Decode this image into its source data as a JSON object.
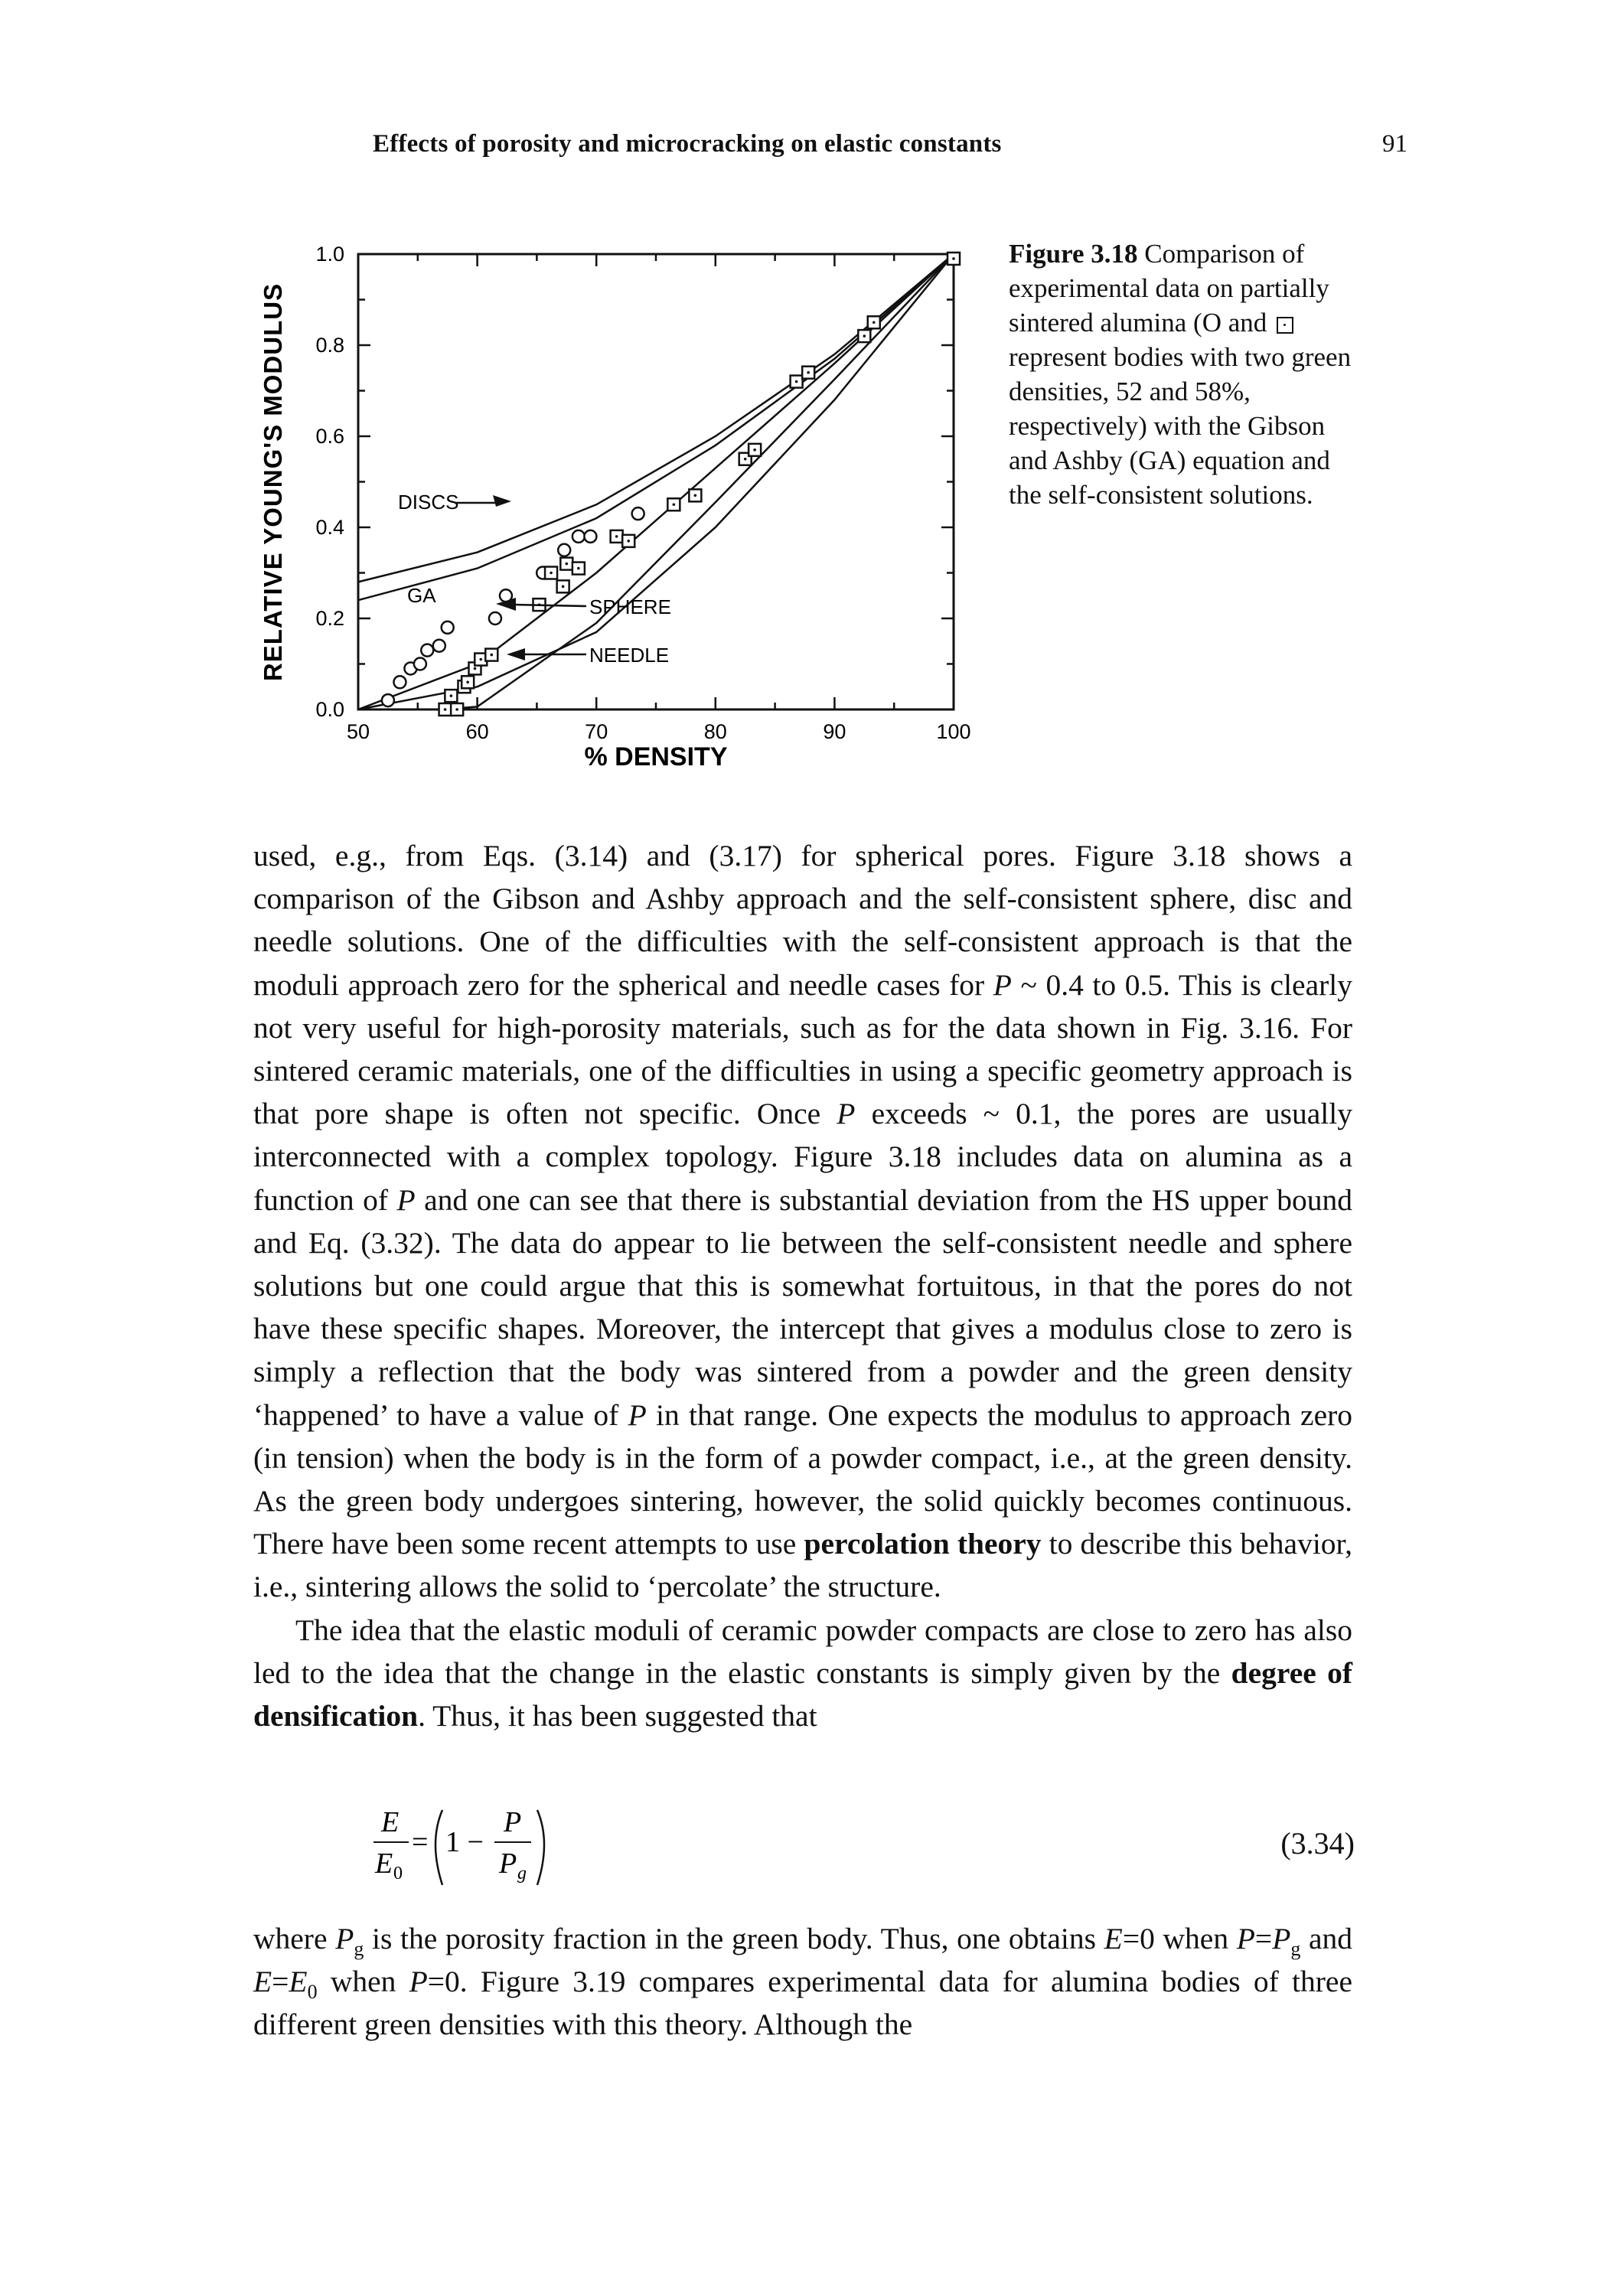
{
  "header": {
    "running_title": "Effects of porosity and microcracking on elastic constants",
    "page_number": "91"
  },
  "figure": {
    "caption_label": "Figure 3.18",
    "caption_part1": "Comparison of experimental data on partially sintered alumina (O and",
    "caption_part2": "represent bodies with two green densities, 52 and 58%, respectively) with the Gibson and Ashby (GA) equation and the self-consistent solutions."
  },
  "chart_data": {
    "type": "line",
    "xlabel": "% DENSITY",
    "ylabel": "RELATIVE YOUNG'S MODULUS",
    "xlim": [
      50,
      100
    ],
    "ylim": [
      0,
      1.0
    ],
    "x_ticks": [
      "50",
      "60",
      "70",
      "80",
      "90",
      "100"
    ],
    "y_ticks": [
      "0.0",
      "0.2",
      "0.4",
      "0.6",
      "0.8",
      "1.0"
    ],
    "annotations": [
      "DISCS",
      "GA",
      "SPHERE",
      "NEEDLE"
    ],
    "series": [
      {
        "x": [
          50,
          60,
          70,
          80,
          90,
          100
        ],
        "y": [
          0.28,
          0.345,
          0.45,
          0.6,
          0.78,
          1.0
        ]
      },
      {
        "x": [
          50,
          60,
          70,
          80,
          90,
          100
        ],
        "y": [
          0.24,
          0.31,
          0.42,
          0.58,
          0.77,
          1.0
        ]
      },
      {
        "x": [
          50,
          60,
          70,
          80,
          90,
          100
        ],
        "y": [
          0.0,
          0.05,
          0.17,
          0.4,
          0.68,
          1.0
        ]
      },
      {
        "x": [
          50,
          60,
          70,
          80,
          90,
          100
        ],
        "y": [
          0.0,
          0.1,
          0.3,
          0.53,
          0.76,
          1.0
        ]
      },
      {
        "x": [
          57,
          60,
          70,
          80,
          90,
          100
        ],
        "y": [
          0.0,
          0.006,
          0.19,
          0.455,
          0.725,
          1.0
        ]
      }
    ],
    "data_circles": {
      "x": [
        52.5,
        53.5,
        54.4,
        55.2,
        55.8,
        56.8,
        57.5,
        61.5,
        62.4,
        65.5,
        67.3,
        68.5,
        69.5,
        73.5
      ],
      "y": [
        0.02,
        0.06,
        0.09,
        0.1,
        0.13,
        0.14,
        0.18,
        0.2,
        0.25,
        0.3,
        0.35,
        0.38,
        0.38,
        0.43
      ]
    },
    "data_squares": {
      "x": [
        57.3,
        57.8,
        58.3,
        58.9,
        59.2,
        59.8,
        60.3,
        61.2,
        65.2,
        66.2,
        67.2,
        67.5,
        68.5,
        71.7,
        72.7,
        76.5,
        78.3,
        82.5,
        83.3,
        86.8,
        87.8,
        92.5,
        93.3,
        100.0
      ],
      "y": [
        0.0,
        0.03,
        0.0,
        0.05,
        0.06,
        0.09,
        0.11,
        0.12,
        0.23,
        0.3,
        0.27,
        0.32,
        0.31,
        0.38,
        0.37,
        0.45,
        0.47,
        0.55,
        0.57,
        0.72,
        0.74,
        0.82,
        0.85,
        0.99
      ]
    }
  },
  "body": {
    "p1": "used, e.g., from Eqs. (3.14) and (3.17) for spherical pores. Figure 3.18 shows a comparison of the Gibson and Ashby approach and the self-consistent sphere, disc and needle solutions. One of the difficulties with the self-consistent approach is that the moduli approach zero for the spherical and needle cases for",
    "p1_var": "P",
    "p1b": "~ 0.4 to 0.5. This is clearly not very useful for high-porosity materials, such as for the data shown in Fig. 3.16. For sintered ceramic materials, one of the difficulties in using a specific geometry approach is that pore shape is often not specific. Once",
    "p1_var2": "P",
    "p1c": "exceeds ~ 0.1, the pores are usually interconnected with a complex topology. Figure 3.18 includes data on alumina as a function of",
    "p1_var3": "P",
    "p1d": "and one can see that there is substantial deviation from the HS upper bound and Eq. (3.32). The data do appear to lie between the self-consistent needle and sphere solutions but one could argue that this is somewhat fortuitous, in that the pores do not have these specific shapes. Moreover, the intercept that gives a modulus close to zero is simply a reflection that the body was sintered from a powder and the green density ‘happened’ to have a value of",
    "p1_var4": "P",
    "p1e": "in that range. One expects the modulus to approach zero (in tension) when the body is in the form of a powder compact, i.e., at the green density. As the green body undergoes sintering, however, the solid quickly becomes continuous. There have been some recent attempts to use",
    "p1_bold": "percolation theory",
    "p1f": "to describe this behavior, i.e., sintering allows the solid to ‘percolate’ the structure.",
    "p2a": "The idea that the elastic moduli of ceramic powder compacts are close to zero has also led to the idea that the change in the elastic constants is simply given by the",
    "p2_bold": "degree of densification",
    "p2b": ". Thus, it has been suggested that"
  },
  "equation": {
    "lhs_num": "E",
    "lhs_den": "E",
    "lhs_den_sub": "0",
    "equals": "=",
    "one_minus": "1 −",
    "rhs_num": "P",
    "rhs_den": "P",
    "rhs_den_sub": "g",
    "number": "(3.34)"
  },
  "after": {
    "t1": "where",
    "v1": "P",
    "s1": "g",
    "t2": "is the porosity fraction in the green body. Thus, one obtains",
    "v2": "E",
    "t3": "=0 when",
    "v3": "P",
    "t4": "=",
    "v4": "P",
    "s4": "g",
    "t5": "and",
    "v5": "E",
    "t6": "=",
    "v6": "E",
    "s6": "0",
    "t7": "when",
    "v7": "P",
    "t8": "=0. Figure 3.19 compares experimental data for alumina bodies of three different green densities with this theory. Although the"
  }
}
